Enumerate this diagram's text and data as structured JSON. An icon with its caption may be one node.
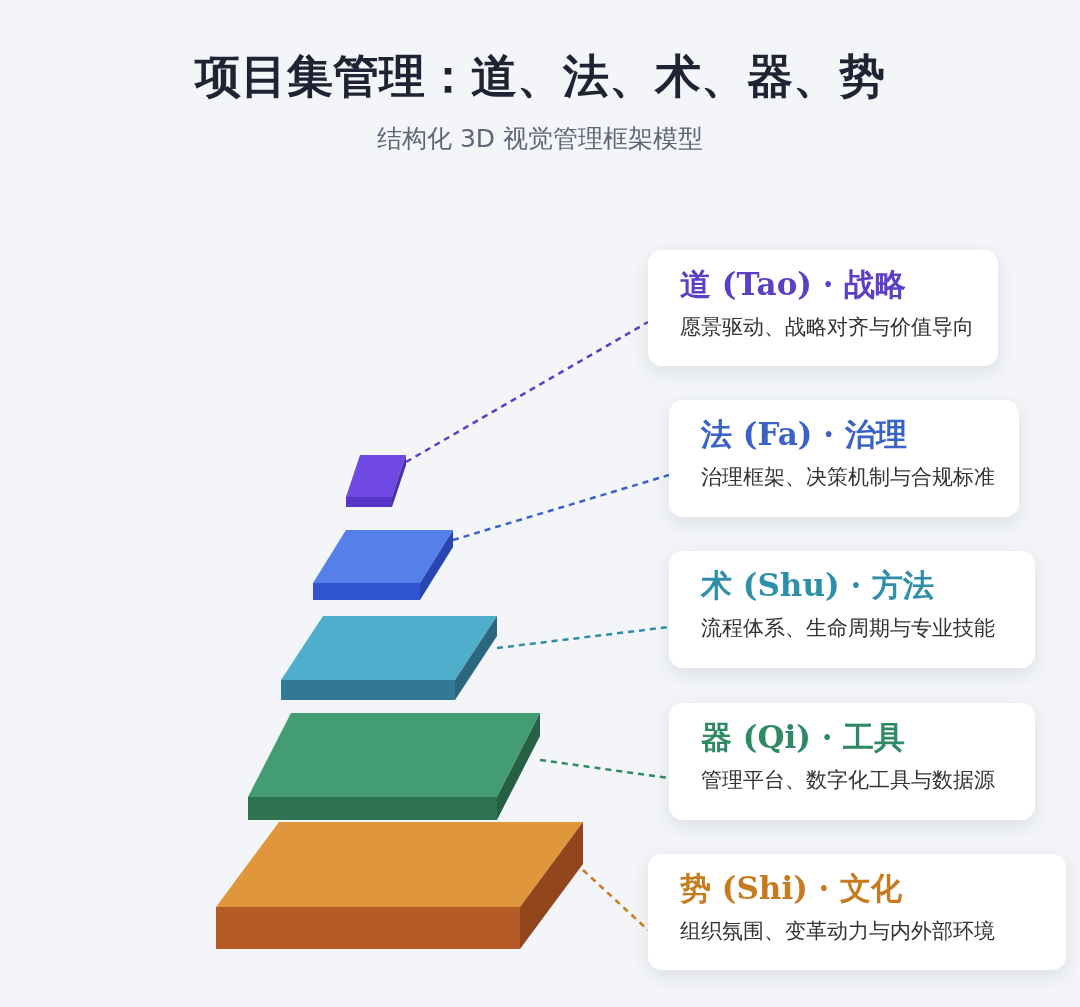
{
  "diagram": {
    "title": "项目集管理：道、法、术、器、势",
    "nodes": [
      {
        "text": [],
        "shape": "box"
      },
      {
        "text": [],
        "shape": "box"
      },
      {
        "text": [],
        "shape": "box"
      },
      {
        "text": [],
        "shape": "box"
      },
      {
        "text": [],
        "shape": "box"
      },
      {
        "text": [
          "道 (Tao) · 战略",
          "愿景驱动、战略对齐与价值导向"
        ]
      },
      {
        "text": [
          "法 (Fa) · 治理",
          "治理框架、决策机制与合规标准"
        ]
      },
      {
        "text": [
          "术 (Shu) · 方法",
          "流程体系、生命周期与专业技能"
        ]
      },
      {
        "text": [
          "器 (Qi) · 工具",
          "管理平台、数字化工具与数据源"
        ]
      },
      {
        "text": [
          "势 (Shi) · 文化",
          "组织氛围、变革动力与内外部环境"
        ]
      }
    ],
    "edges": [
      {
        "from": 0,
        "to": 5,
        "arrow": "none",
        "style": "dashed",
        "color": "#5b3fc4"
      },
      {
        "from": 1,
        "to": 6,
        "arrow": "none",
        "style": "dashed",
        "color": "#3a63c8"
      },
      {
        "from": 2,
        "to": 7,
        "arrow": "none",
        "style": "dashed",
        "color": "#2e8fa8"
      },
      {
        "from": 3,
        "to": 8,
        "arrow": "none",
        "style": "dashed",
        "color": "#2e8a62"
      },
      {
        "from": 4,
        "to": 9,
        "arrow": "none",
        "style": "dashed",
        "color": "#c77b1f"
      }
    ],
    "labels": [
      "结构化 3D 视觉管理框架模型"
    ]
  }
}
